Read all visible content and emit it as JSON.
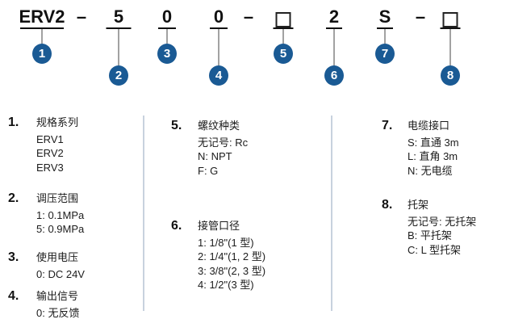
{
  "colors": {
    "badge_blue": "#1a5a94",
    "divider_gray_blue": "#c8d2de",
    "text_black": "#111111"
  },
  "model_code": {
    "segments": [
      {
        "text": "ERV2",
        "callout": 1
      },
      {
        "text": "–"
      },
      {
        "text": "5",
        "callout": 2
      },
      {
        "text": "0",
        "callout": 3
      },
      {
        "text": "0",
        "callout": 4
      },
      {
        "text": "–"
      },
      {
        "text": "□",
        "box": true,
        "callout": 5
      },
      {
        "text": "2",
        "callout": 6
      },
      {
        "text": "S",
        "callout": 7
      },
      {
        "text": "–"
      },
      {
        "text": "□",
        "box": true,
        "callout": 8
      }
    ]
  },
  "sections": [
    {
      "num": "1.",
      "title": "规格系列",
      "items": [
        "ERV1",
        "ERV2",
        "ERV3"
      ]
    },
    {
      "num": "2.",
      "title": "调压范围",
      "items": [
        "1: 0.1MPa",
        "5: 0.9MPa"
      ]
    },
    {
      "num": "3.",
      "title": "使用电压",
      "items": [
        "0: DC 24V"
      ]
    },
    {
      "num": "4.",
      "title": "输出信号",
      "items": [
        "0: 无反馈"
      ]
    },
    {
      "num": "5.",
      "title": "螺纹种类",
      "items": [
        "无记号: Rc",
        "N: NPT",
        "F: G"
      ]
    },
    {
      "num": "6.",
      "title": "接管口径",
      "items": [
        "1: 1/8\"(1 型)",
        "2: 1/4\"(1, 2 型)",
        "3: 3/8\"(2, 3 型)",
        "4: 1/2\"(3 型)"
      ]
    },
    {
      "num": "7.",
      "title": "电缆接口",
      "items": [
        "S: 直通 3m",
        "L: 直角 3m",
        "N: 无电缆"
      ]
    },
    {
      "num": "8.",
      "title": "托架",
      "items": [
        "无记号: 无托架",
        "B: 平托架",
        "C: L 型托架"
      ]
    }
  ]
}
